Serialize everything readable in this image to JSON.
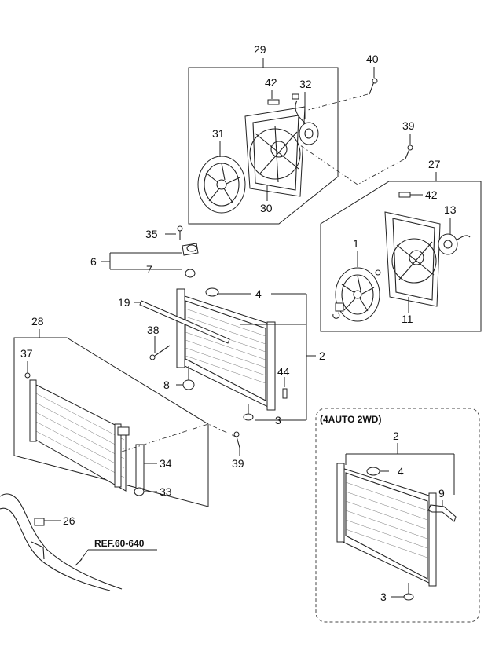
{
  "callouts": {
    "c29": "29",
    "c40": "40",
    "c42a": "42",
    "c32": "32",
    "c39a": "39",
    "c31": "31",
    "c30": "30",
    "c27": "27",
    "c42b": "42",
    "c13": "13",
    "c1": "1",
    "c11": "11",
    "c35": "35",
    "c6": "6",
    "c7": "7",
    "c4a": "4",
    "c19": "19",
    "c2a": "2",
    "c28": "28",
    "c38": "38",
    "c37": "37",
    "c8": "8",
    "c44": "44",
    "c3a": "3",
    "c34": "34",
    "c39b": "39",
    "c33": "33",
    "c26": "26",
    "c2b": "2",
    "c4b": "4",
    "c9": "9",
    "c3b": "3"
  },
  "variant_box": {
    "label": "(4AUTO 2WD)"
  },
  "reference": {
    "label": "REF.60-640"
  }
}
